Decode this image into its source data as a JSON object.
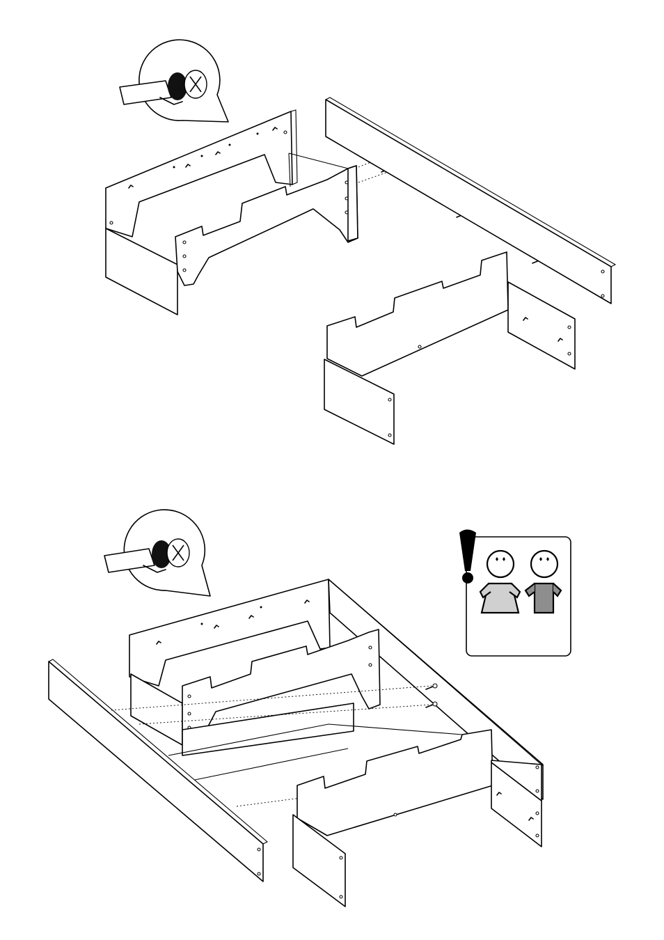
{
  "figure": {
    "steps": [
      {
        "name": "step-top",
        "tool": "screwdriver-icon",
        "parts": [
          "headboard-panel",
          "side-rail",
          "foot-panel",
          "cam-bolts"
        ]
      },
      {
        "name": "step-bottom",
        "tool": "screwdriver-icon",
        "parts": [
          "bed-frame",
          "long-rail",
          "foot-panel",
          "cam-bolts"
        ]
      }
    ],
    "notice": {
      "icon": "two-person-assembly-icon",
      "alert": "exclamation-icon"
    },
    "colors": {
      "ink": "#000000",
      "paper": "#ffffff",
      "person_light": "#d0d0d0",
      "person_dark": "#8e8e8e"
    }
  }
}
